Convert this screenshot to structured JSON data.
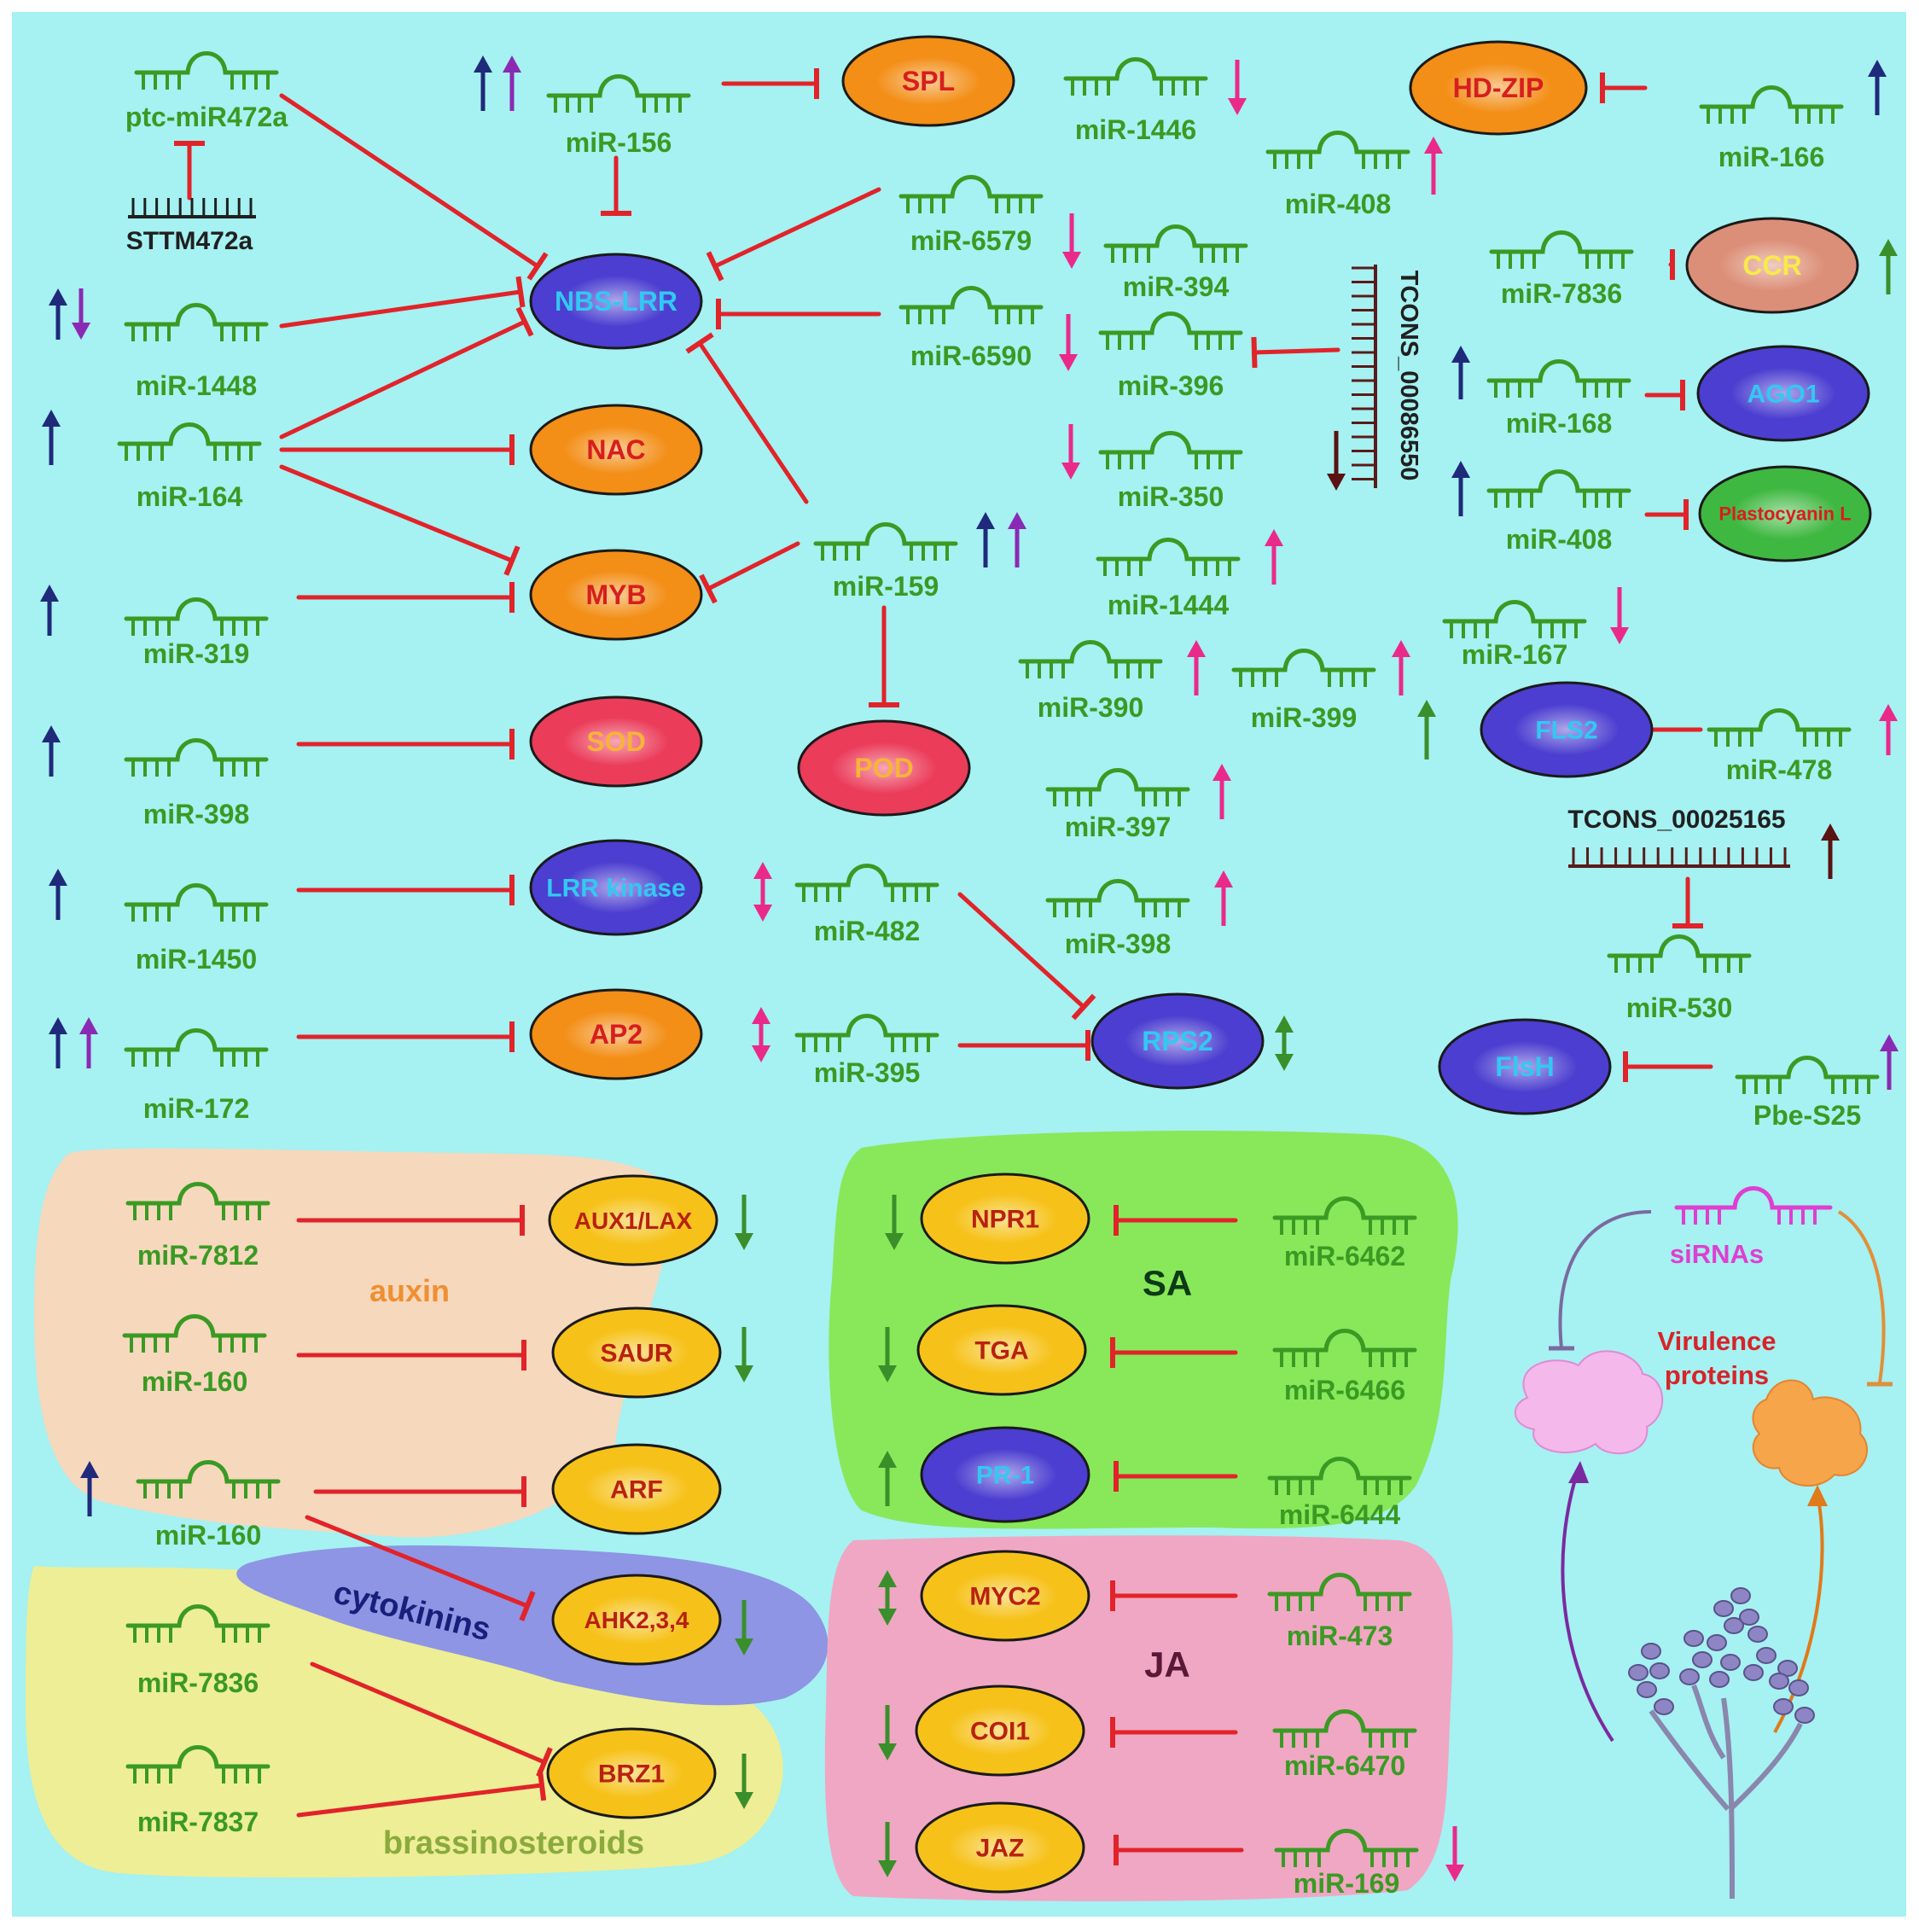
{
  "colors": {
    "background": "#a6f1f1",
    "mirna": "#3a9a23",
    "inhibit": "#e1232a",
    "up_blue": "#1f2a7a",
    "arrow_pink": "#ea2a8a",
    "arrow_green": "#3a8f2a",
    "arrow_purple": "#8a2ab4",
    "arrow_darkred": "#5a1212",
    "orange_fill": "#f38e16",
    "orange_text": "#d71e1e",
    "red_fill": "#eb3c5a",
    "red_text": "#f7b33a",
    "blue_fill": "#4b3ed0",
    "blue_text": "#33c8f2",
    "yellow_fill": "#f6c21a",
    "yellow_text": "#b8210f",
    "green_fill": "#3fb841",
    "brown_fill": "#dc8f78",
    "brown_text": "#f8ea4a",
    "auxin_bg": "#f6d8bd",
    "cytokinin_bg": "#8e95e4",
    "brassino_bg": "#edee96",
    "sa_bg": "#88e85a",
    "ja_bg": "#f0a7c3",
    "sirna": "#de3fd1"
  },
  "genes": {
    "spl": "SPL",
    "hdzip": "HD-ZIP",
    "nbslrr": "NBS-LRR",
    "ccr": "CCR",
    "ago1": "AGO1",
    "plastocyanin": "Plastocyanin L",
    "nac": "NAC",
    "myb": "MYB",
    "sod": "SOD",
    "pod": "POD",
    "fls2": "FLS2",
    "lrrkinase": "LRR kinase",
    "ap2": "AP2",
    "rps2": "RPS2",
    "fish": "FlsH",
    "aux1lax": "AUX1/LAX",
    "saur": "SAUR",
    "arf": "ARF",
    "ahk": "AHK2,3,4",
    "brz1": "BRZ1",
    "npr1": "NPR1",
    "tga": "TGA",
    "pr1": "PR-1",
    "myc2": "MYC2",
    "coi1": "COI1",
    "jaz": "JAZ"
  },
  "mirnas": {
    "ptc472a": "ptc-miR472a",
    "m156": "miR-156",
    "m1446": "miR-1446",
    "m408a": "miR-408",
    "m166": "miR-166",
    "m6579": "miR-6579",
    "m394": "miR-394",
    "m7836a": "miR-7836",
    "m1448": "miR-1448",
    "m6590": "miR-6590",
    "m396": "miR-396",
    "m168": "miR-168",
    "m164": "miR-164",
    "m350": "miR-350",
    "m408b": "miR-408",
    "m159": "miR-159",
    "m1444": "miR-1444",
    "m319": "miR-319",
    "m167": "miR-167",
    "m390": "miR-390",
    "m399": "miR-399",
    "m398a": "miR-398",
    "m478": "miR-478",
    "m397": "miR-397",
    "m1450": "miR-1450",
    "m482": "miR-482",
    "m398b": "miR-398",
    "m530": "miR-530",
    "m172": "miR-172",
    "m395": "miR-395",
    "pbe": "Pbe-S25",
    "m7812": "miR-7812",
    "m160a": "miR-160",
    "m160b": "miR-160",
    "m7836b": "miR-7836",
    "m7837": "miR-7837",
    "m6462": "miR-6462",
    "m6466": "miR-6466",
    "m6444": "miR-6444",
    "m473": "miR-473",
    "m6470": "miR-6470",
    "m169": "miR-169"
  },
  "other_labels": {
    "sttm": "STTM472a",
    "tcons1": "TCONS_00086550",
    "tcons2": "TCONS_00025165",
    "sirnas": "siRNAs",
    "virulence_line1": "Virulence",
    "virulence_line2": "proteins"
  },
  "regions": {
    "auxin": "auxin",
    "cytokinins": "cytokinins",
    "brassinosteroids": "brassinosteroids",
    "sa": "SA",
    "ja": "JA"
  }
}
